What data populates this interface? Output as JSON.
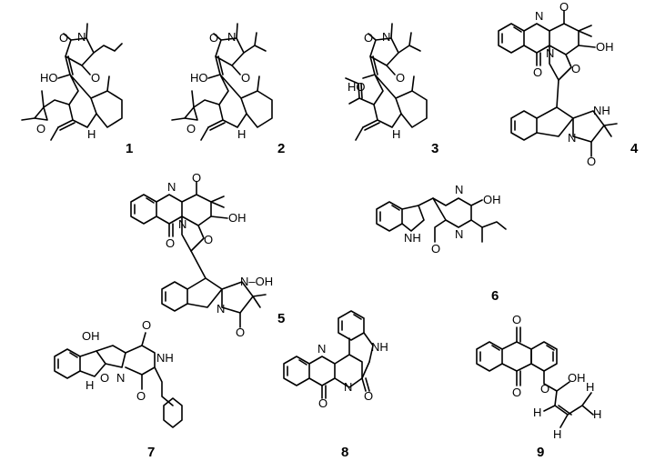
{
  "compounds": [
    {
      "label": "1"
    },
    {
      "label": "2"
    },
    {
      "label": "3"
    },
    {
      "label": "4"
    },
    {
      "label": "5"
    },
    {
      "label": "6"
    },
    {
      "label": "7"
    },
    {
      "label": "8"
    },
    {
      "label": "9"
    }
  ],
  "atoms": {
    "O": "O",
    "N": "N",
    "H": "H",
    "HO": "HO",
    "OH": "OH",
    "NH": "NH",
    "NOH": "N–OH"
  }
}
